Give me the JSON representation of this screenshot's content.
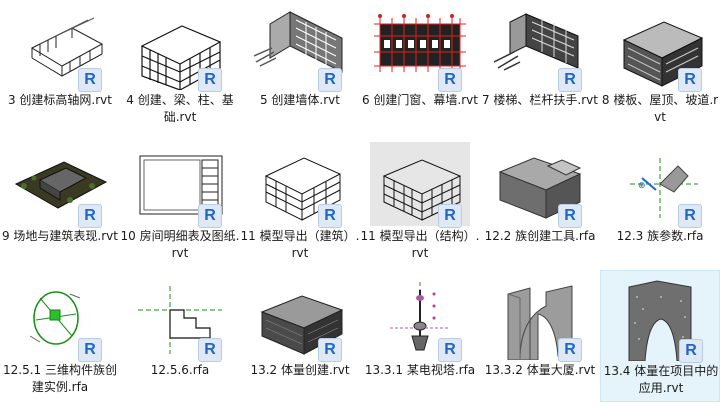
{
  "badge_letter": "R",
  "files": [
    {
      "name": "3 创建标高轴网.rvt",
      "icon": "building-grid-icon"
    },
    {
      "name": "4 创建、梁、柱、基础.rvt",
      "icon": "building-frame-icon"
    },
    {
      "name": "5 创建墙体.rvt",
      "icon": "building-walls-icon"
    },
    {
      "name": "6 创建门窗、幕墙.rvt",
      "icon": "building-section-icon"
    },
    {
      "name": "7 楼梯、栏杆扶手.rvt",
      "icon": "building-stairs-icon"
    },
    {
      "name": "8 楼板、屋顶、坡道.rvt",
      "icon": "building-roof-icon"
    },
    {
      "name": "9 场地与建筑表现.rvt",
      "icon": "site-building-icon"
    },
    {
      "name": "10 房间明细表及图纸.rvt",
      "icon": "drawing-sheet-icon"
    },
    {
      "name": "11 模型导出（建筑）.rvt",
      "icon": "wireframe-building-icon"
    },
    {
      "name": "11 模型导出（结构）.rvt",
      "icon": "structure-model-icon"
    },
    {
      "name": "12.2 族创建工具.rfa",
      "icon": "solid-block-icon"
    },
    {
      "name": "12.3 族参数.rfa",
      "icon": "family-parameter-icon"
    },
    {
      "name": "12.5.1 三维构件族创建实例.rfa",
      "icon": "component-sphere-icon"
    },
    {
      "name": "12.5.6.rfa",
      "icon": "stair-profile-icon"
    },
    {
      "name": "13.2 体量创建.rvt",
      "icon": "mass-box-icon"
    },
    {
      "name": "13.3.1 某电视塔.rfa",
      "icon": "tv-tower-icon"
    },
    {
      "name": "13.3.2 体量大厦.rvt",
      "icon": "mass-arch-icon"
    },
    {
      "name": "13.4 体量在项目中的应用.rvt",
      "icon": "mass-arch-applied-icon"
    }
  ],
  "selected_index": 17
}
